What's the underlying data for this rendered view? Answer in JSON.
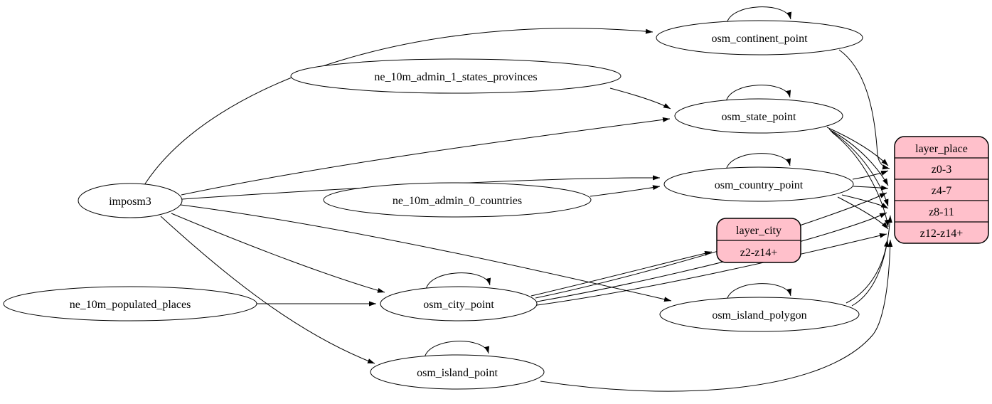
{
  "diagram": {
    "kind": "graphviz-etl-flow",
    "colors": {
      "background": "#ffffff",
      "table_fill": "#ffffff",
      "layer_fill": "#ffc0cb",
      "stroke": "#000000"
    },
    "nodes": {
      "imposm3": {
        "label": "imposm3",
        "shape": "ellipse"
      },
      "ne_10m_admin_1_states_provinces": {
        "label": "ne_10m_admin_1_states_provinces",
        "shape": "ellipse"
      },
      "ne_10m_admin_0_countries": {
        "label": "ne_10m_admin_0_countries",
        "shape": "ellipse"
      },
      "ne_10m_populated_places": {
        "label": "ne_10m_populated_places",
        "shape": "ellipse"
      },
      "osm_continent_point": {
        "label": "osm_continent_point",
        "shape": "ellipse",
        "self_loop": true
      },
      "osm_state_point": {
        "label": "osm_state_point",
        "shape": "ellipse",
        "self_loop": true
      },
      "osm_country_point": {
        "label": "osm_country_point",
        "shape": "ellipse",
        "self_loop": true
      },
      "osm_city_point": {
        "label": "osm_city_point",
        "shape": "ellipse",
        "self_loop": true
      },
      "osm_island_polygon": {
        "label": "osm_island_polygon",
        "shape": "ellipse",
        "self_loop": true
      },
      "osm_island_point": {
        "label": "osm_island_point",
        "shape": "ellipse",
        "self_loop": true
      },
      "layer_city": {
        "label": "layer_city",
        "shape": "record",
        "rows": [
          "z2-z14+"
        ]
      },
      "layer_place": {
        "label": "layer_place",
        "shape": "record",
        "rows": [
          "z0-3",
          "z4-7",
          "z8-11",
          "z12-z14+"
        ]
      }
    },
    "edges": [
      {
        "from": "imposm3",
        "to": "osm_continent_point"
      },
      {
        "from": "imposm3",
        "to": "osm_state_point"
      },
      {
        "from": "imposm3",
        "to": "osm_country_point"
      },
      {
        "from": "imposm3",
        "to": "osm_island_polygon"
      },
      {
        "from": "imposm3",
        "to": "osm_city_point"
      },
      {
        "from": "imposm3",
        "to": "osm_island_point"
      },
      {
        "from": "ne_10m_admin_1_states_provinces",
        "to": "osm_state_point"
      },
      {
        "from": "ne_10m_admin_0_countries",
        "to": "osm_country_point"
      },
      {
        "from": "ne_10m_populated_places",
        "to": "osm_city_point"
      },
      {
        "from": "osm_continent_point",
        "to": "osm_continent_point"
      },
      {
        "from": "osm_state_point",
        "to": "osm_state_point"
      },
      {
        "from": "osm_country_point",
        "to": "osm_country_point"
      },
      {
        "from": "osm_city_point",
        "to": "osm_city_point"
      },
      {
        "from": "osm_island_polygon",
        "to": "osm_island_polygon"
      },
      {
        "from": "osm_island_point",
        "to": "osm_island_point"
      },
      {
        "from": "osm_continent_point",
        "to": "layer_place:z0-3"
      },
      {
        "from": "osm_state_point",
        "to": "layer_place:z0-3"
      },
      {
        "from": "osm_state_point",
        "to": "layer_place:z4-7"
      },
      {
        "from": "osm_state_point",
        "to": "layer_place:z8-11"
      },
      {
        "from": "osm_state_point",
        "to": "layer_place:z12-z14+"
      },
      {
        "from": "osm_country_point",
        "to": "layer_place:z0-3"
      },
      {
        "from": "osm_country_point",
        "to": "layer_place:z4-7"
      },
      {
        "from": "osm_country_point",
        "to": "layer_place:z8-11"
      },
      {
        "from": "osm_country_point",
        "to": "layer_place:z12-z14+"
      },
      {
        "from": "osm_city_point",
        "to": "layer_city:z2-z14+"
      },
      {
        "from": "osm_city_point",
        "to": "layer_place:z4-7"
      },
      {
        "from": "osm_city_point",
        "to": "layer_place:z8-11"
      },
      {
        "from": "osm_city_point",
        "to": "layer_place:z12-z14+"
      },
      {
        "from": "osm_island_polygon",
        "to": "layer_place:z8-11"
      },
      {
        "from": "osm_island_polygon",
        "to": "layer_place:z12-z14+"
      },
      {
        "from": "osm_island_point",
        "to": "layer_place:z12-z14+"
      }
    ]
  }
}
